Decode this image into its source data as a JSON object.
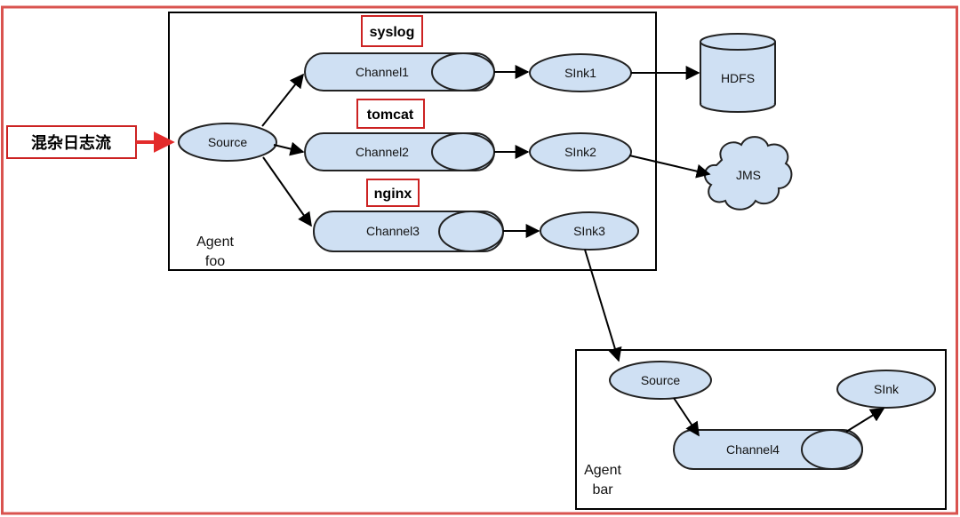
{
  "input_label": "混杂日志流",
  "agent_foo": {
    "label_line1": "Agent",
    "label_line2": "foo"
  },
  "agent_bar": {
    "label_line1": "Agent",
    "label_line2": "bar"
  },
  "foo_source": "Source",
  "foo_channels": [
    "Channel1",
    "Channel2",
    "Channel3"
  ],
  "foo_sinks": [
    "SInk1",
    "SInk2",
    "SInk3"
  ],
  "tags": [
    "syslog",
    "tomcat",
    "nginx"
  ],
  "destinations": {
    "hdfs": "HDFS",
    "jms": "JMS"
  },
  "bar_source": "Source",
  "bar_channel": "Channel4",
  "bar_sink": "SInk",
  "colors": {
    "node_fill": "#cfe0f3",
    "node_stroke": "#222222",
    "frame_border": "#d9534f",
    "tag_border": "#cc2222",
    "input_arrow": "#e32b2b",
    "line": "#000000"
  }
}
